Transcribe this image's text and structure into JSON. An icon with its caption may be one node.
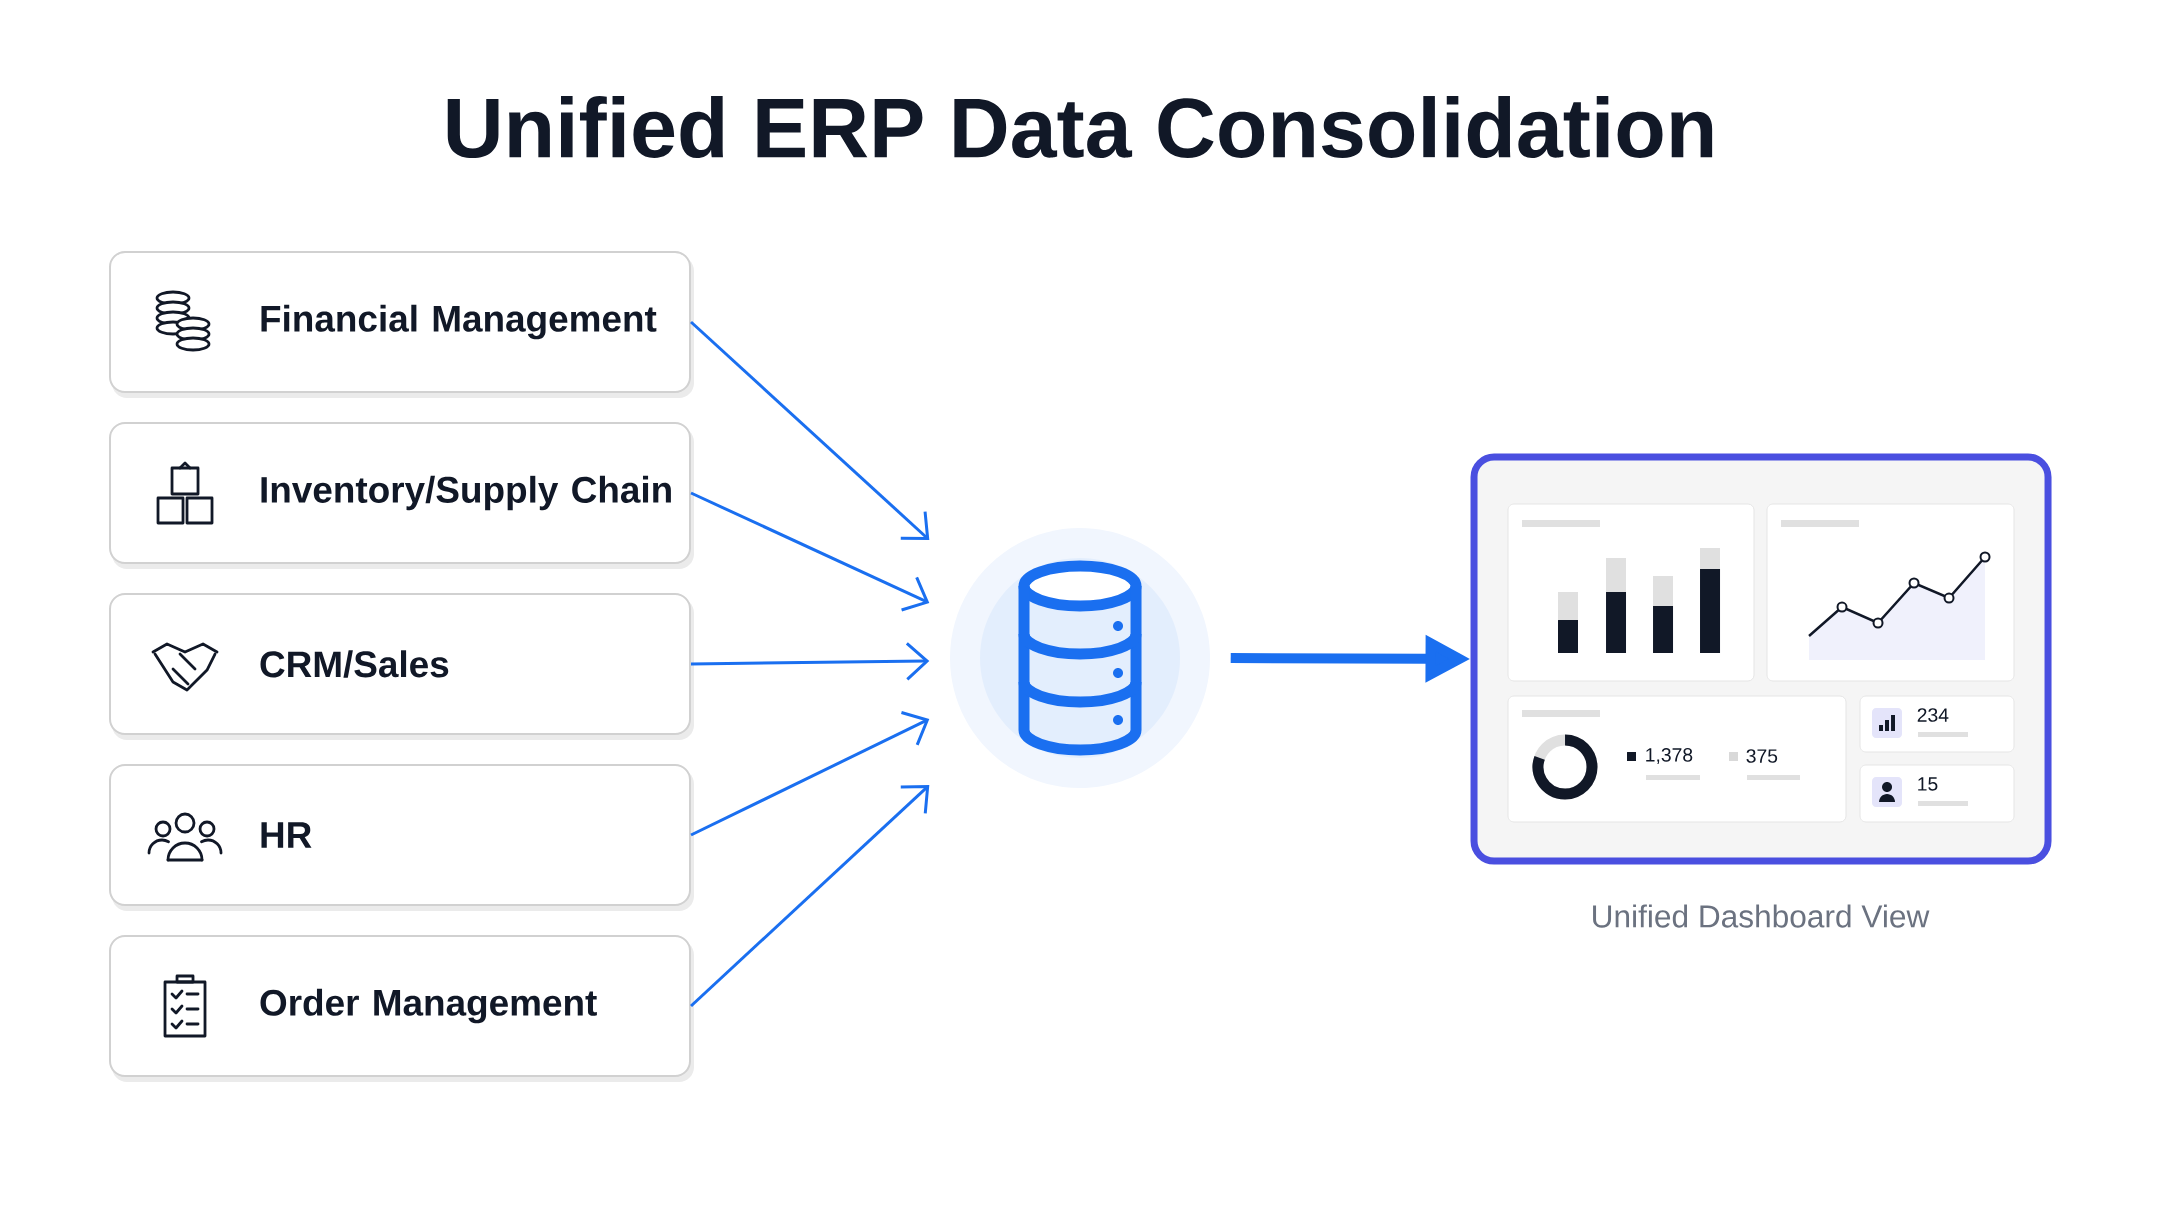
{
  "diagram": {
    "title": "Unified ERP Data Consolidation",
    "nodes": [
      {
        "text": [
          "Financial Management"
        ]
      },
      {
        "text": [
          "Inventory/Supply Chain"
        ]
      },
      {
        "text": [
          "CRM/Sales"
        ]
      },
      {
        "text": [
          "HR"
        ]
      },
      {
        "text": [
          "Order Management"
        ]
      },
      {
        "text": [],
        "shape": "cylinder"
      },
      {
        "text": [],
        "shape": "box",
        "beside": [
          "Unified Dashboard View"
        ]
      }
    ],
    "edges": [
      {
        "from": 0,
        "to": 5,
        "arrow": "to"
      },
      {
        "from": 1,
        "to": 5,
        "arrow": "to"
      },
      {
        "from": 2,
        "to": 5,
        "arrow": "to"
      },
      {
        "from": 3,
        "to": 5,
        "arrow": "to"
      },
      {
        "from": 4,
        "to": 5,
        "arrow": "to"
      },
      {
        "from": 5,
        "to": 6,
        "arrow": "to",
        "style": "thick"
      }
    ],
    "labels": [
      "234",
      "1,378",
      "375",
      "15"
    ]
  }
}
